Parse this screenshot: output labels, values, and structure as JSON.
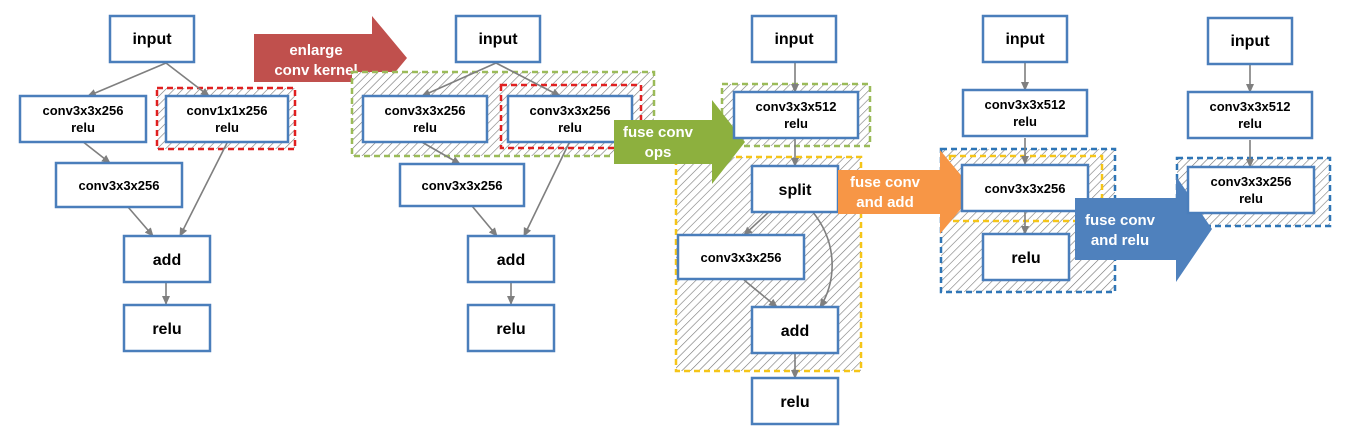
{
  "colors": {
    "box_border": "#4a7ebb",
    "edge": "#7f7f7f",
    "red_region": "#e02020",
    "green_region": "#9bbb59",
    "yellow_region": "#f5c518",
    "blue_region": "#2e75b6",
    "arrow_enlarge": "#c0504d",
    "arrow_fuse_ops": "#8db03e",
    "arrow_fuse_add": "#f79646",
    "arrow_fuse_relu": "#4f81bd"
  },
  "stage1": {
    "input": "input",
    "conv_a": [
      "conv3x3x256",
      "relu"
    ],
    "conv_b": [
      "conv1x1x256",
      "relu"
    ],
    "conv_c": "conv3x3x256",
    "add": "add",
    "relu": "relu"
  },
  "arrow1": [
    "enlarge",
    "conv kernel"
  ],
  "stage2": {
    "input": "input",
    "conv_a": [
      "conv3x3x256",
      "relu"
    ],
    "conv_b": [
      "conv3x3x256",
      "relu"
    ],
    "conv_c": "conv3x3x256",
    "add": "add",
    "relu": "relu"
  },
  "arrow2": [
    "fuse conv",
    "ops"
  ],
  "stage3": {
    "input": "input",
    "conv": [
      "conv3x3x512",
      "relu"
    ],
    "split": "split",
    "conv_c": "conv3x3x256",
    "add": "add",
    "relu": "relu"
  },
  "arrow3": [
    "fuse conv",
    "and add"
  ],
  "stage4": {
    "input": "input",
    "conv": [
      "conv3x3x512",
      "relu"
    ],
    "conv_c": "conv3x3x256",
    "relu": "relu"
  },
  "arrow4": [
    "fuse conv",
    "and relu"
  ],
  "stage5": {
    "input": "input",
    "conv": [
      "conv3x3x512",
      "relu"
    ],
    "conv_c": [
      "conv3x3x256",
      "relu"
    ]
  }
}
